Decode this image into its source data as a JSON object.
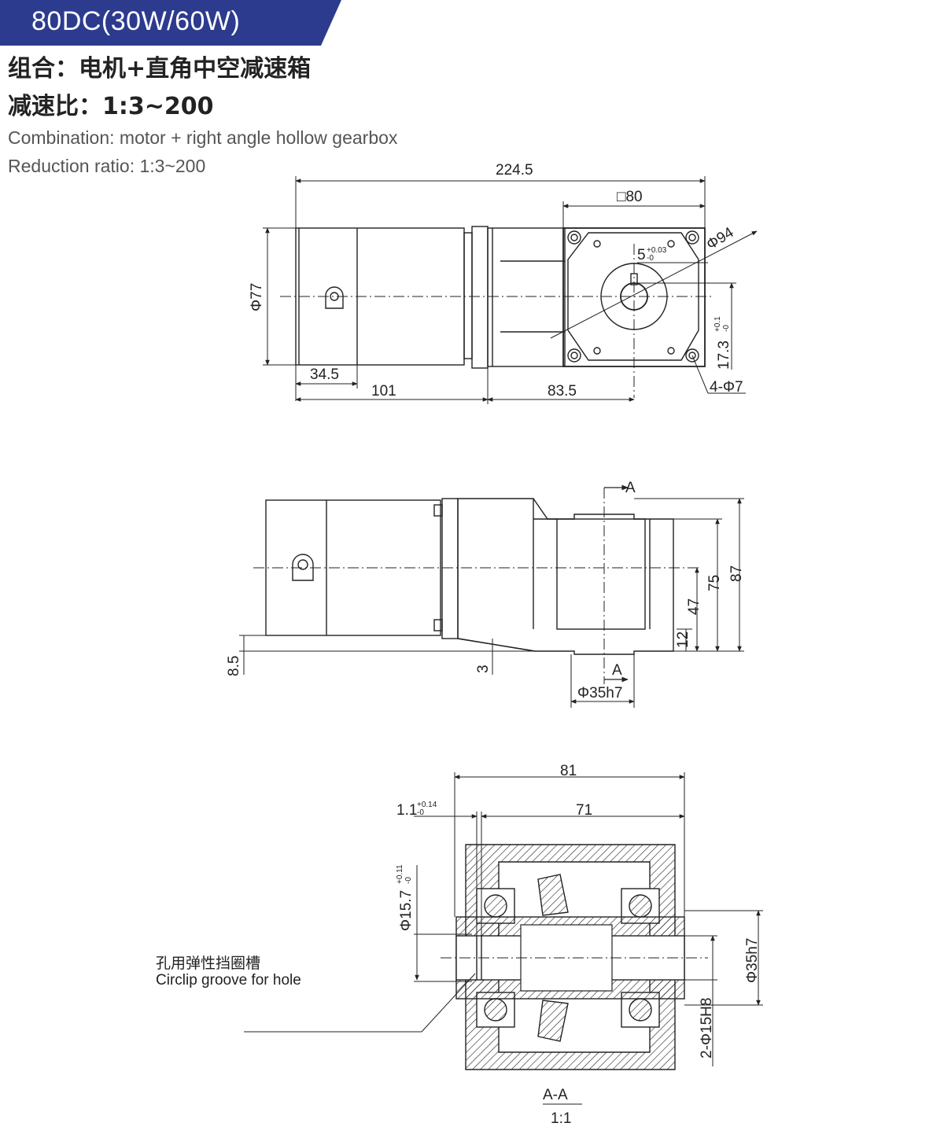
{
  "header": {
    "model": "80DC(30W/60W)",
    "combination_cn": "组合：电机+直角中空减速箱",
    "ratio_cn": "减速比：1:3~200",
    "combination_en": "Combination: motor + right angle hollow gearbox",
    "ratio_en": "Reduction ratio: 1:3~200",
    "banner_color": "#2d3b8e"
  },
  "front_view": {
    "overall_length": "224.5",
    "square": "□80",
    "pcd": "Φ94",
    "key_width": "5",
    "key_tol_upper": "+0.03",
    "key_tol_lower": "-0",
    "key_depth": "17.3",
    "key_depth_tol_upper": "+0.1",
    "key_depth_tol_lower": "-0",
    "motor_diameter": "Φ77",
    "mount_holes": "4-Φ7",
    "d_34_5": "34.5",
    "d_101": "101",
    "d_83_5": "83.5"
  },
  "side_view": {
    "section_mark": "A",
    "d_87": "87",
    "d_75": "75",
    "d_47": "47",
    "d_12": "12",
    "d_8_5": "8.5",
    "d_3": "3",
    "shaft_dia": "Φ35h7"
  },
  "section_view": {
    "d_81": "81",
    "d_71": "71",
    "groove_width": "1.1",
    "groove_width_tol_upper": "+0.14",
    "groove_width_tol_lower": "-0",
    "groove_dia": "Φ15.7",
    "groove_dia_tol_upper": "+0.11",
    "groove_dia_tol_lower": "-0",
    "outer_dia": "Φ35h7",
    "bore": "2-Φ15H8",
    "circlip_cn": "孔用弹性挡圈槽",
    "circlip_en": "Circlip groove for hole",
    "section_title": "A-A",
    "scale": "1:1"
  }
}
